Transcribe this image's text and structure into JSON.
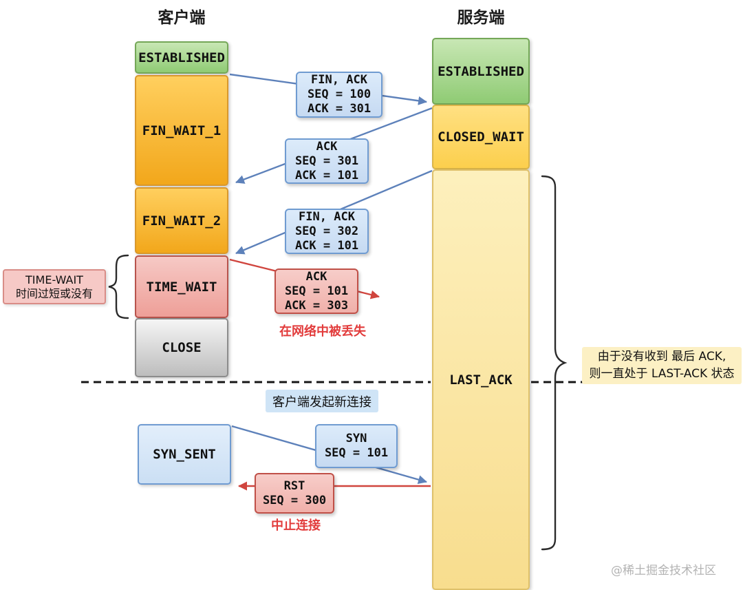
{
  "titles": {
    "client": "客户端",
    "server": "服务端"
  },
  "client_states": [
    {
      "label": "ESTABLISHED"
    },
    {
      "label": "FIN_WAIT_1"
    },
    {
      "label": "FIN_WAIT_2"
    },
    {
      "label": "TIME_WAIT"
    },
    {
      "label": "CLOSE"
    }
  ],
  "server_states": [
    {
      "label": "ESTABLISHED"
    },
    {
      "label": "CLOSED_WAIT"
    },
    {
      "label": "LAST_ACK"
    }
  ],
  "syn_sent": {
    "label": "SYN_SENT"
  },
  "messages": [
    {
      "name": "fin-ack-1",
      "lines": [
        "FIN, ACK",
        "SEQ = 100",
        "ACK = 301"
      ]
    },
    {
      "name": "ack-1",
      "lines": [
        "ACK",
        "SEQ = 301",
        "ACK = 101"
      ]
    },
    {
      "name": "fin-ack-2",
      "lines": [
        "FIN, ACK",
        "SEQ = 302",
        "ACK = 101"
      ]
    },
    {
      "name": "ack-lost",
      "lines": [
        "ACK",
        "SEQ = 101",
        "ACK = 303"
      ]
    },
    {
      "name": "syn",
      "lines": [
        "SYN",
        "SEQ = 101"
      ]
    },
    {
      "name": "rst",
      "lines": [
        "RST",
        "SEQ = 300"
      ]
    }
  ],
  "annotations": {
    "time_wait_line1": "TIME-WAIT",
    "time_wait_line2": "时间过短或没有",
    "lost_in_network": "在网络中被丢失",
    "new_connection": "客户端发起新连接",
    "abort_connection": "中止连接",
    "last_ack_line1": "由于没有收到 最后 ACK,",
    "last_ack_line2": "则一直处于 LAST-ACK 状态",
    "watermark": "@稀土掘金技术社区"
  },
  "colors": {
    "state_green": "#8fcb74",
    "state_orange": "#f2a71b",
    "state_yellow": "#fccf4d",
    "state_pale_yellow": "#f8dd8e",
    "state_pink": "#ee9f98",
    "state_gray": "#bdbdbd",
    "message_blue": "#c6daf2",
    "message_pink": "#f0b0aa",
    "arrow_blue": "#5d81ba",
    "arrow_red": "#d0453e"
  }
}
